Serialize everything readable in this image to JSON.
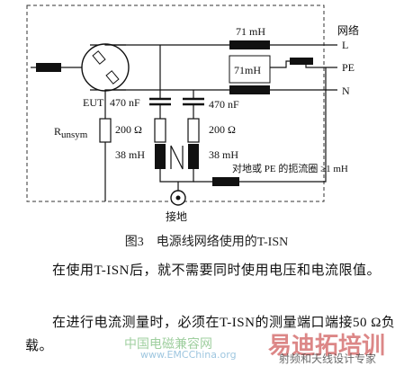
{
  "diagram": {
    "labels": {
      "network": "网络",
      "L": "L",
      "PE": "PE",
      "N": "N",
      "inductor_top": "71 mH",
      "inductor_mid": "71mH",
      "eut": "EUT",
      "cap_left": "470 nF",
      "cap_right": "470 nF",
      "r_unsym": "R",
      "r_unsym_sub": "unsym",
      "res_left": "200 Ω",
      "res_right": "200 Ω",
      "ind_left": "38 mH",
      "ind_right": "38 mH",
      "choke_note": "对地或 PE 的扼流圈 ≥1 mH",
      "ground": "接地"
    },
    "caption": "图3　电源线网络使用的T-ISN"
  },
  "text": {
    "paragraph1": "在使用T-ISN后，就不需要同时使用电压和电流限值。",
    "paragraph2": "在进行电流测量时，必须在T-ISN的测量端口端接50 Ω负载。"
  },
  "watermark": {
    "site_cn": "中国电磁兼容网",
    "site_url": "www.EMCChina.org",
    "brand_big": "易迪拓培训",
    "brand_small": "射频和天线设计专家"
  }
}
